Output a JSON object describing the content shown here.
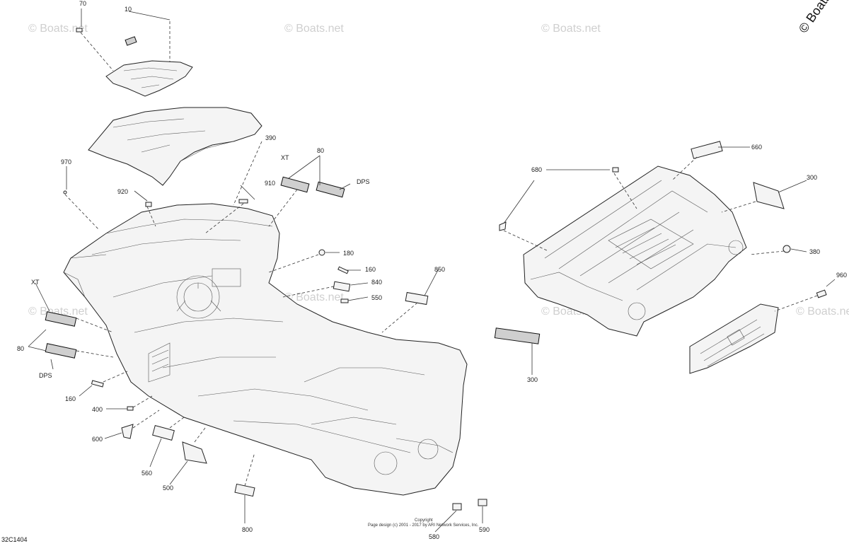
{
  "watermarks": {
    "faint": "© Boats.net",
    "corner": "© Boats"
  },
  "callouts": {
    "c70": "70",
    "c10": "10",
    "c390": "390",
    "c970": "970",
    "c80_top": "80",
    "c_xt_top": "XT",
    "c_dps_top": "DPS",
    "c910": "910",
    "c920": "920",
    "c180": "180",
    "c160_mid": "160",
    "c840": "840",
    "c550": "550",
    "c850": "850",
    "c_xt_left": "XT",
    "c80_left": "80",
    "c_dps_left": "DPS",
    "c160_left": "160",
    "c400": "400",
    "c600": "600",
    "c560": "560",
    "c500": "500",
    "c800": "800",
    "c580": "580",
    "c590": "590",
    "c660": "660",
    "c680": "680",
    "c300_right": "300",
    "c380": "380",
    "c960": "960",
    "c300_bottom": "300"
  },
  "copyright": {
    "line1": "Copyright",
    "line2": "Page design (c) 2001 - 2017 by ARI Network Services, Inc."
  },
  "diagram_code": "32C1404"
}
